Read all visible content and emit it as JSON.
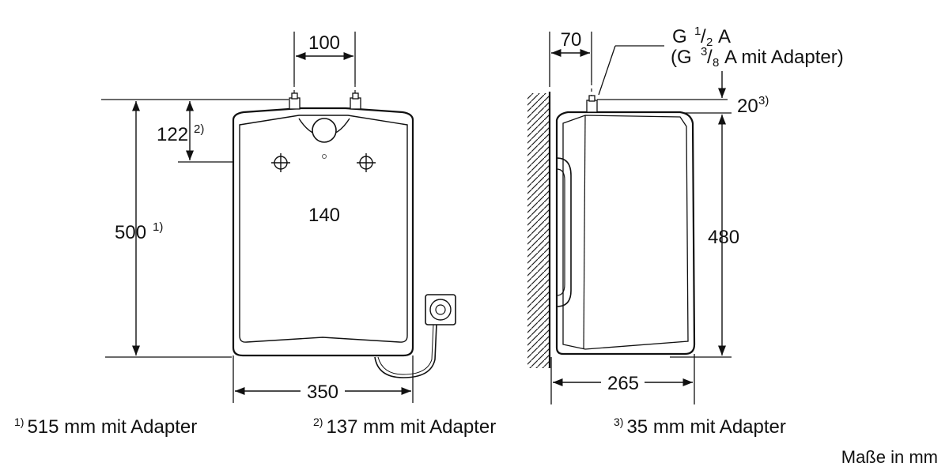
{
  "front_view": {
    "dim_top_inlet_spacing": "100",
    "dim_outlet_height": "122",
    "dim_outlet_height_note": "2)",
    "dim_height": "500",
    "dim_height_note": "1)",
    "dim_outlet_spacing": "140",
    "dim_width": "350"
  },
  "side_view": {
    "dim_wall_offset": "70",
    "connection_thread": "G",
    "connection_num": "1",
    "connection_den": "2",
    "connection_suffix": "A",
    "adapter_open": "(G",
    "adapter_num": "3",
    "adapter_den": "8",
    "adapter_suffix": "A mit Adapter)",
    "dim_fitting": "20",
    "dim_fitting_note": "3)",
    "dim_body_height": "480",
    "dim_depth": "265"
  },
  "footnotes": [
    {
      "marker": "1)",
      "text": "515 mm mit Adapter"
    },
    {
      "marker": "2)",
      "text": "137 mm mit Adapter"
    },
    {
      "marker": "3)",
      "text": "35 mm mit Adapter"
    }
  ],
  "units_note": "Maße in mm"
}
